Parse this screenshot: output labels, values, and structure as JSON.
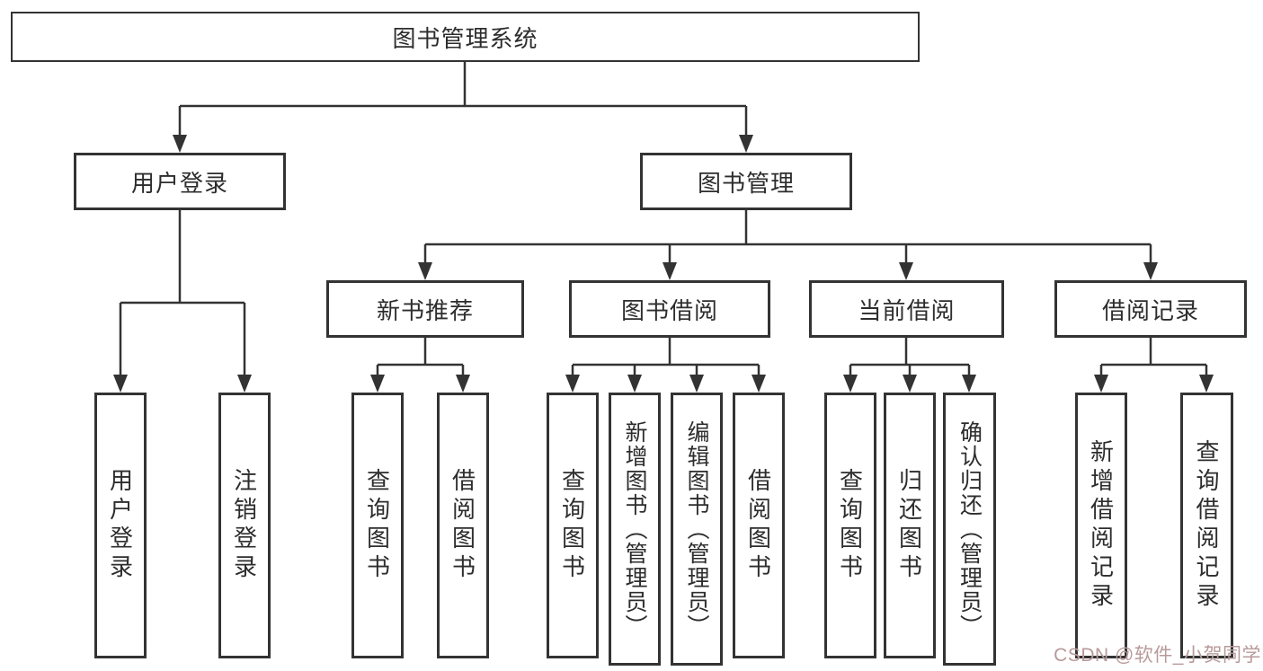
{
  "colors": {
    "line": "#333333",
    "box_border": "#333333",
    "text": "#2d2d2d",
    "background": "#ffffff",
    "watermark": "#b89a9a"
  },
  "tree": {
    "root": {
      "label": "图书管理系统"
    },
    "branches": [
      {
        "label": "用户登录",
        "children": [
          {
            "label": "用户登录"
          },
          {
            "label": "注销登录"
          }
        ]
      },
      {
        "label": "图书管理",
        "children": [
          {
            "label": "新书推荐",
            "children": [
              {
                "label": "查询图书"
              },
              {
                "label": "借阅图书"
              }
            ]
          },
          {
            "label": "图书借阅",
            "children": [
              {
                "label": "查询图书"
              },
              {
                "label": "新增图书（管理员）"
              },
              {
                "label": "编辑图书（管理员）"
              },
              {
                "label": "借阅图书"
              }
            ]
          },
          {
            "label": "当前借阅",
            "children": [
              {
                "label": "查询图书"
              },
              {
                "label": "归还图书"
              },
              {
                "label": "确认归还（管理员）"
              }
            ]
          },
          {
            "label": "借阅记录",
            "children": [
              {
                "label": "新增借阅记录"
              },
              {
                "label": "查询借阅记录"
              }
            ]
          }
        ]
      }
    ]
  },
  "watermark": {
    "text": "CSDN @软件_小贺同学"
  }
}
